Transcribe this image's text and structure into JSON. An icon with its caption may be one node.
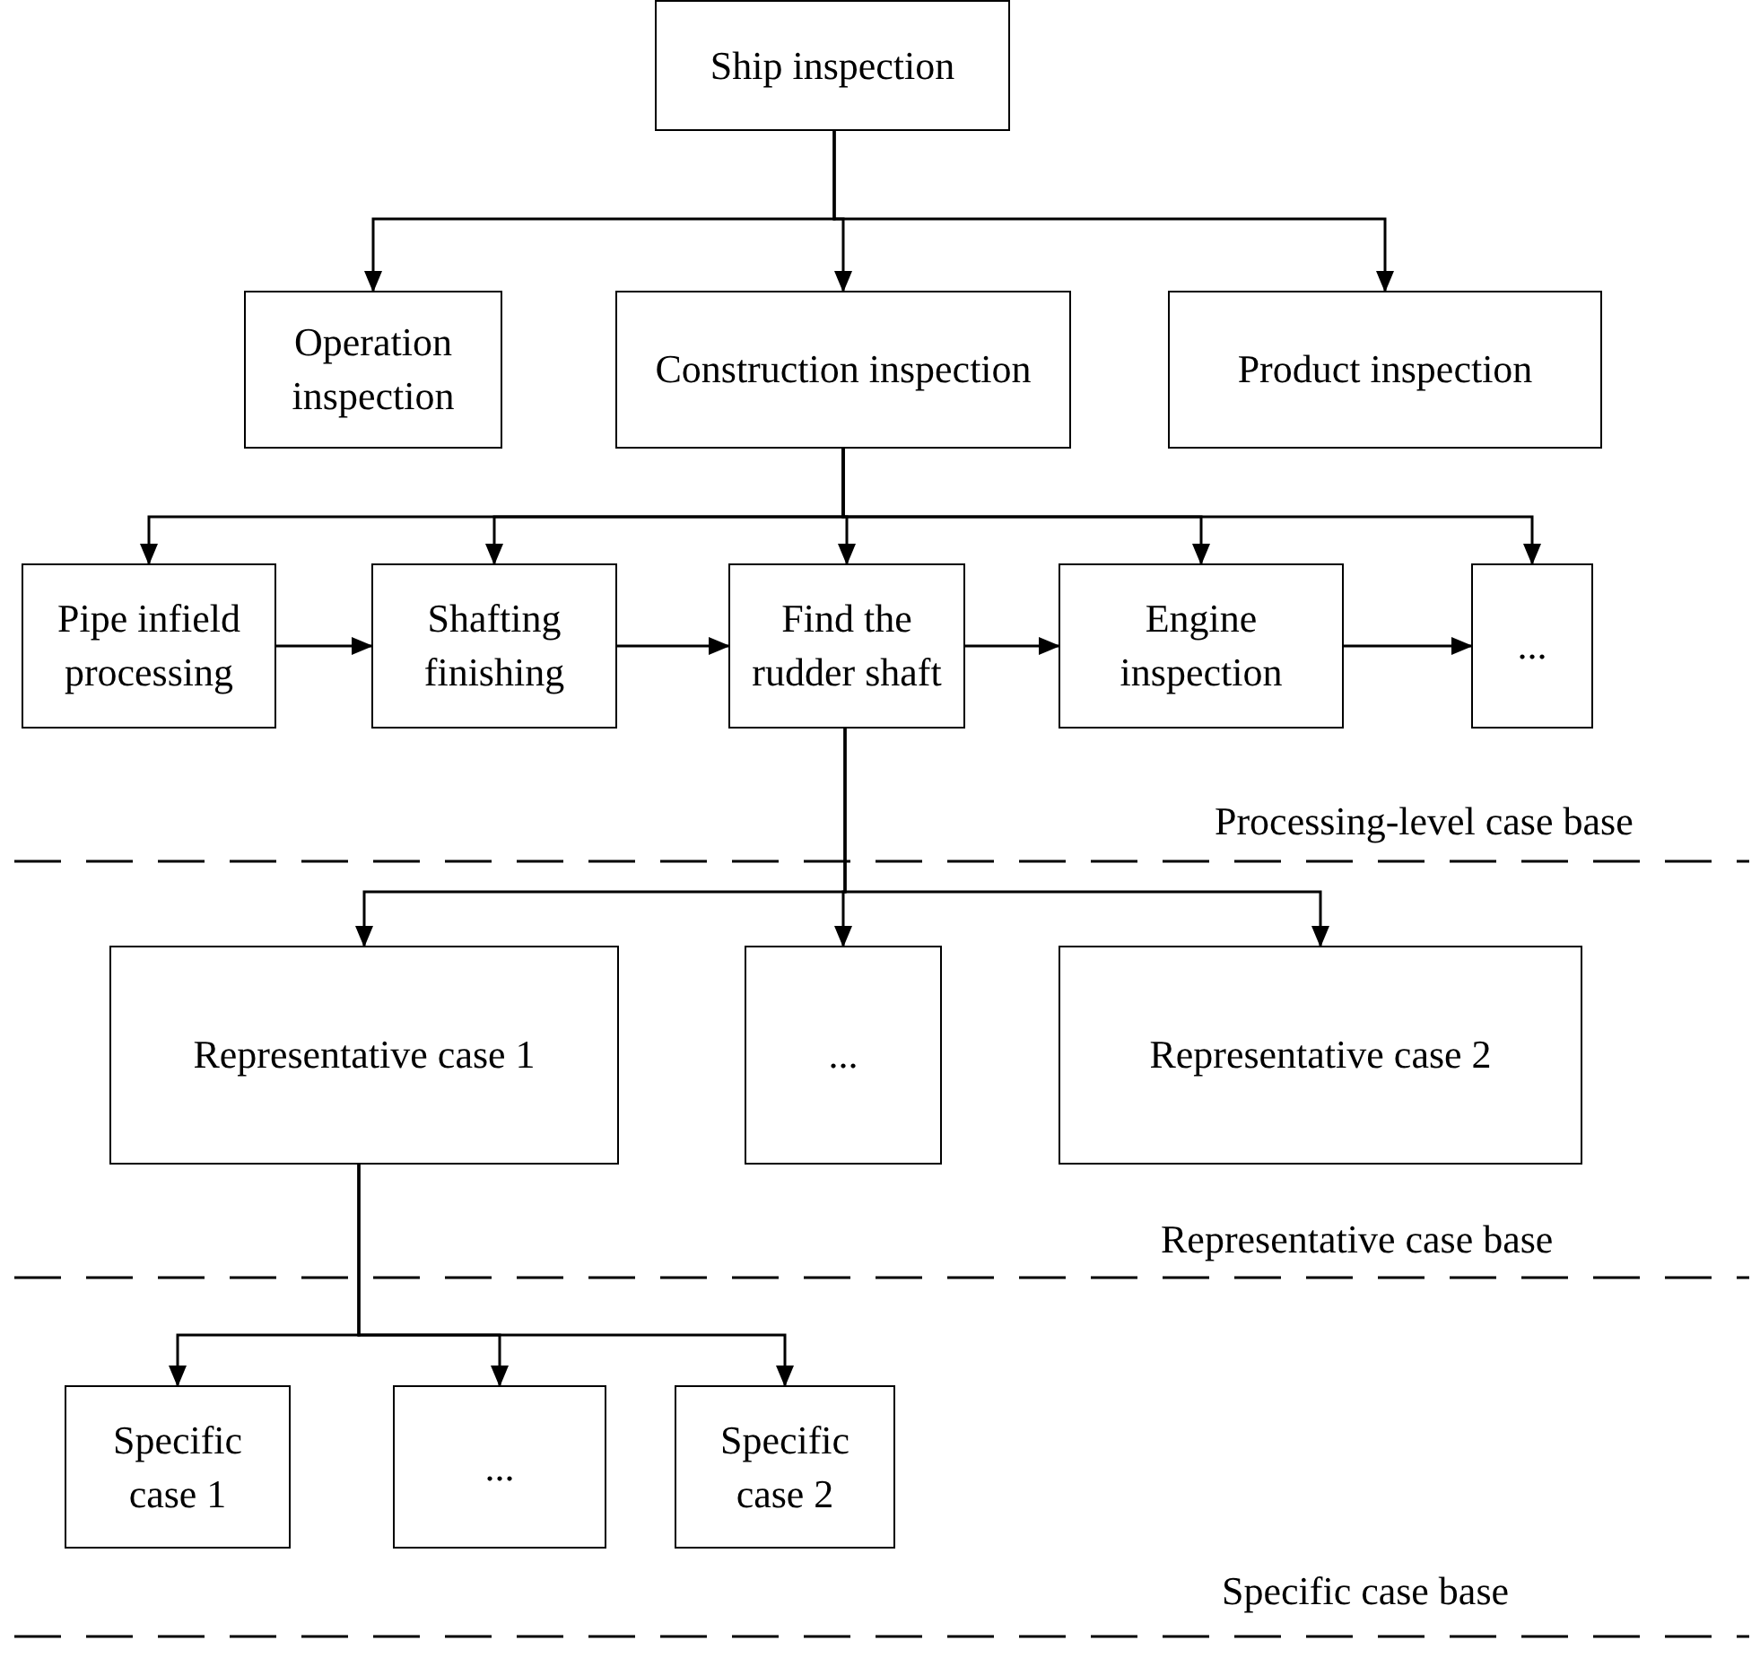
{
  "diagram": {
    "nodes": [
      {
        "text": [
          "Ship inspection"
        ]
      },
      {
        "text": [
          "Operation inspection"
        ]
      },
      {
        "text": [
          "Construction inspection"
        ]
      },
      {
        "text": [
          "Product inspection"
        ]
      },
      {
        "text": [
          "Pipe infield processing"
        ]
      },
      {
        "text": [
          "Shafting finishing"
        ]
      },
      {
        "text": [
          "Find the rudder shaft"
        ]
      },
      {
        "text": [
          "Engine inspection"
        ]
      },
      {
        "text": [
          "..."
        ]
      },
      {
        "text": [
          "Representative case 1"
        ]
      },
      {
        "text": [
          "..."
        ]
      },
      {
        "text": [
          "Representative case 2"
        ]
      },
      {
        "text": [
          "Specific case 1"
        ]
      },
      {
        "text": [
          "..."
        ]
      },
      {
        "text": [
          "Specific case 2"
        ]
      }
    ],
    "edges": [
      {
        "from": 0,
        "to": 1,
        "arrow": "to"
      },
      {
        "from": 0,
        "to": 2,
        "arrow": "to"
      },
      {
        "from": 0,
        "to": 3,
        "arrow": "to"
      },
      {
        "from": 2,
        "to": 4,
        "arrow": "to"
      },
      {
        "from": 2,
        "to": 5,
        "arrow": "to"
      },
      {
        "from": 2,
        "to": 6,
        "arrow": "to"
      },
      {
        "from": 2,
        "to": 7,
        "arrow": "to"
      },
      {
        "from": 2,
        "to": 8,
        "arrow": "to"
      },
      {
        "from": 4,
        "to": 5,
        "arrow": "to"
      },
      {
        "from": 5,
        "to": 6,
        "arrow": "to"
      },
      {
        "from": 6,
        "to": 7,
        "arrow": "to"
      },
      {
        "from": 7,
        "to": 8,
        "arrow": "to"
      },
      {
        "from": 6,
        "to": 9,
        "arrow": "to"
      },
      {
        "from": 6,
        "to": 10,
        "arrow": "to"
      },
      {
        "from": 6,
        "to": 11,
        "arrow": "to"
      },
      {
        "from": 9,
        "to": 12,
        "arrow": "to"
      },
      {
        "from": 9,
        "to": 13,
        "arrow": "to"
      },
      {
        "from": 9,
        "to": 14,
        "arrow": "to"
      }
    ],
    "labels": [
      "Processing-level case base",
      "Representative case base",
      "Specific case base"
    ]
  }
}
